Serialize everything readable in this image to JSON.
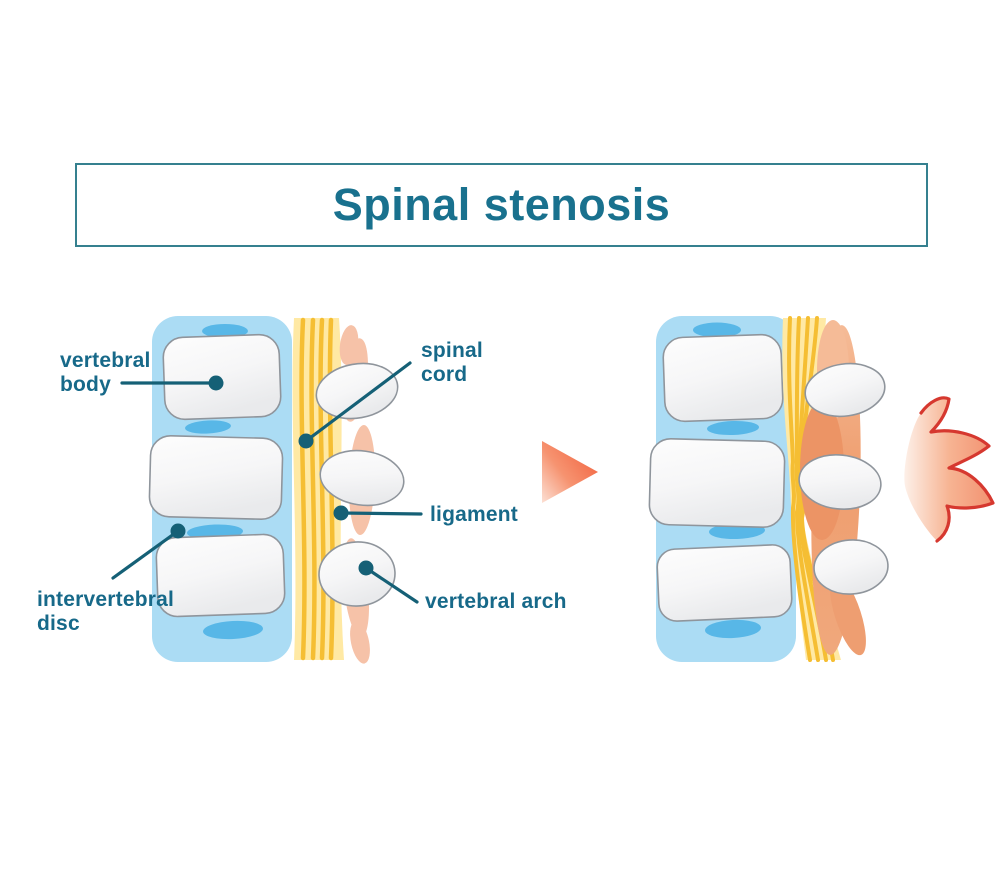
{
  "title": "Spinal stenosis",
  "labels": {
    "vertebral_body": {
      "line1": "vertebral",
      "line2": "body"
    },
    "spinal_cord": {
      "line1": "spinal",
      "line2": "cord"
    },
    "ligament": {
      "line1": "ligament"
    },
    "vertebral_arch": {
      "line1": "vertebral arch"
    },
    "intervertebral_disc": {
      "line1": "intervertebral",
      "line2": "disc"
    }
  },
  "figures": {
    "left": "normal spine side view",
    "right": "spine with stenosis (pinched spinal cord, thickened ligament)"
  },
  "icons": {
    "transition_arrow": "right-pointing-triangle",
    "pain_burst": "red-starburst"
  },
  "colors": {
    "title_text": "#19718E",
    "title_border": "#35808F",
    "label_text": "#176989",
    "leader_line": "#156076",
    "column_blue": "#ABDCF4",
    "disc_blue": "#58B7E7",
    "vertebra_fill": "#F6F6F7",
    "vertebra_stroke": "#8F959C",
    "cord_yellow": "#FFE9A4",
    "cord_stripe": "#F5BE33",
    "ligament_normal": "#F6C2A8",
    "ligament_thickened": "#EC9465",
    "arrow_orange": "#F26A4B",
    "pain_red": "#D6382F"
  }
}
